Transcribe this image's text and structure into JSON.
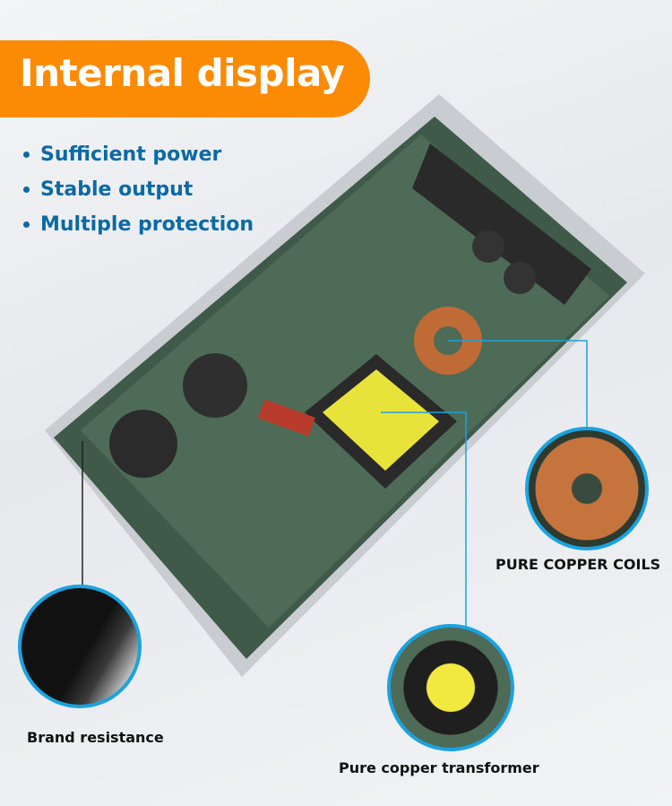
{
  "header": {
    "title": "Internal display"
  },
  "features": [
    "Sufficient power",
    "Stable output",
    "Multiple protection"
  ],
  "callouts": {
    "coils": "PURE COPPER COILS",
    "resistance": "Brand resistance",
    "transformer": "Pure copper transformer"
  },
  "colors": {
    "accent": "#fb8a04",
    "text_blue": "#0b6aa6",
    "callout_blue": "#1aa3e0"
  }
}
